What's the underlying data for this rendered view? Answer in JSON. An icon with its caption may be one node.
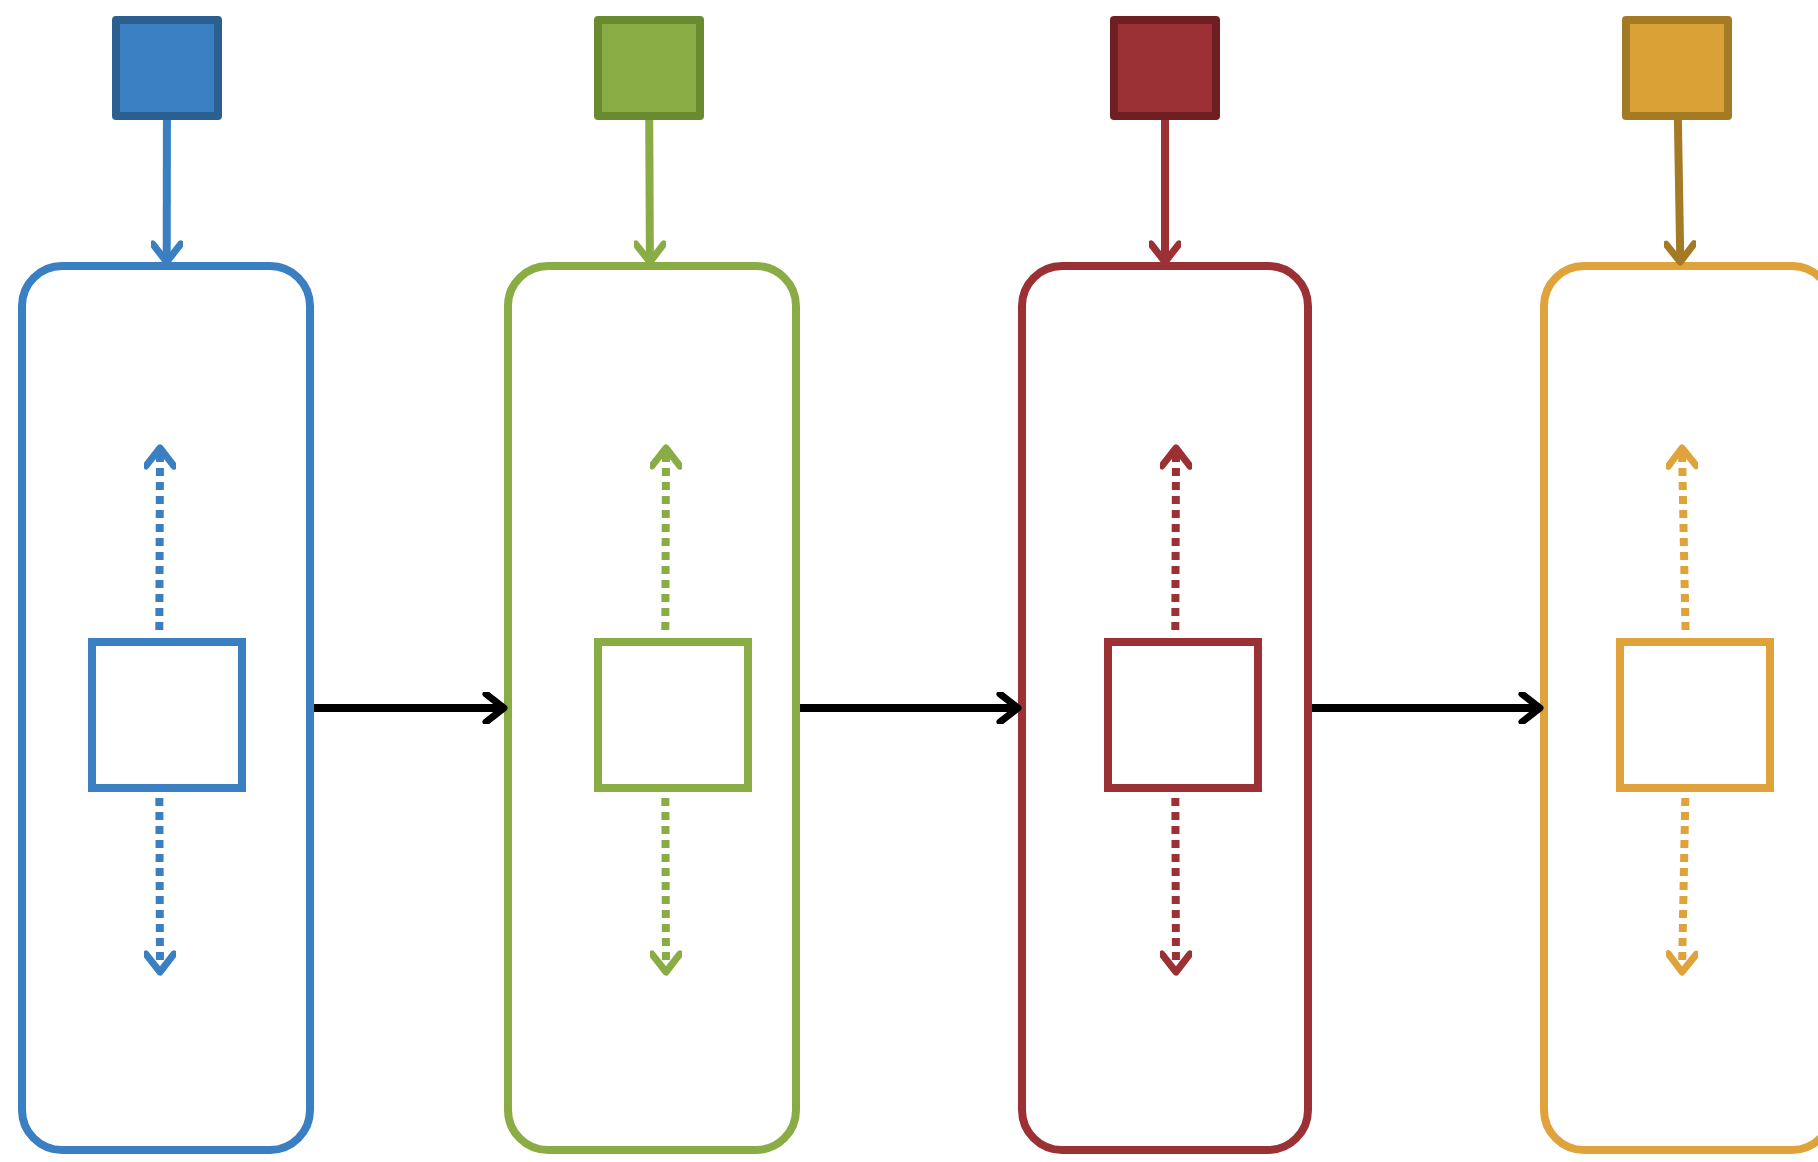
{
  "diagram": {
    "nodes": [
      {
        "text": [],
        "shape": "box"
      },
      {
        "text": [],
        "shape": "box"
      },
      {
        "text": [],
        "shape": "box"
      },
      {
        "text": [],
        "shape": "box"
      },
      {
        "text": [],
        "shape": "box"
      },
      {
        "text": [],
        "shape": "box",
        "in": 4
      },
      {
        "text": [],
        "shape": "box"
      },
      {
        "text": [],
        "shape": "box",
        "in": 6
      },
      {
        "text": [],
        "shape": "box"
      },
      {
        "text": [],
        "shape": "box",
        "in": 8
      },
      {
        "text": [],
        "shape": "box"
      },
      {
        "text": [],
        "shape": "box",
        "in": 10
      }
    ],
    "edges": [
      {
        "from": 0,
        "to": 4,
        "arrow": "to",
        "color": "#3a7fc1"
      },
      {
        "from": 1,
        "to": 6,
        "arrow": "to",
        "color": "#8aac45"
      },
      {
        "from": 2,
        "to": 8,
        "arrow": "to",
        "color": "#9b3135"
      },
      {
        "from": 3,
        "to": 10,
        "arrow": "to",
        "color": "#a57a25"
      },
      {
        "from": 4,
        "to": 6,
        "arrow": "to",
        "color": "#000000"
      },
      {
        "from": 6,
        "to": 8,
        "arrow": "to",
        "color": "#000000"
      },
      {
        "from": 8,
        "to": 10,
        "arrow": "to",
        "color": "#000000"
      },
      {
        "from": 5,
        "to": null,
        "arrow": "to",
        "style": "dashed",
        "color": "#3a7fc1"
      },
      {
        "from": 5,
        "to": null,
        "arrow": "to",
        "style": "dashed",
        "color": "#3a7fc1"
      },
      {
        "from": 7,
        "to": null,
        "arrow": "to",
        "style": "dashed",
        "color": "#8aac45"
      },
      {
        "from": 7,
        "to": null,
        "arrow": "to",
        "style": "dashed",
        "color": "#8aac45"
      },
      {
        "from": 9,
        "to": null,
        "arrow": "to",
        "style": "dashed",
        "color": "#9b3135"
      },
      {
        "from": 9,
        "to": null,
        "arrow": "to",
        "style": "dashed",
        "color": "#9b3135"
      },
      {
        "from": 11,
        "to": null,
        "arrow": "to",
        "style": "dashed",
        "color": "#e0a23a"
      },
      {
        "from": 11,
        "to": null,
        "arrow": "to",
        "style": "dashed",
        "color": "#e0a23a"
      }
    ]
  }
}
